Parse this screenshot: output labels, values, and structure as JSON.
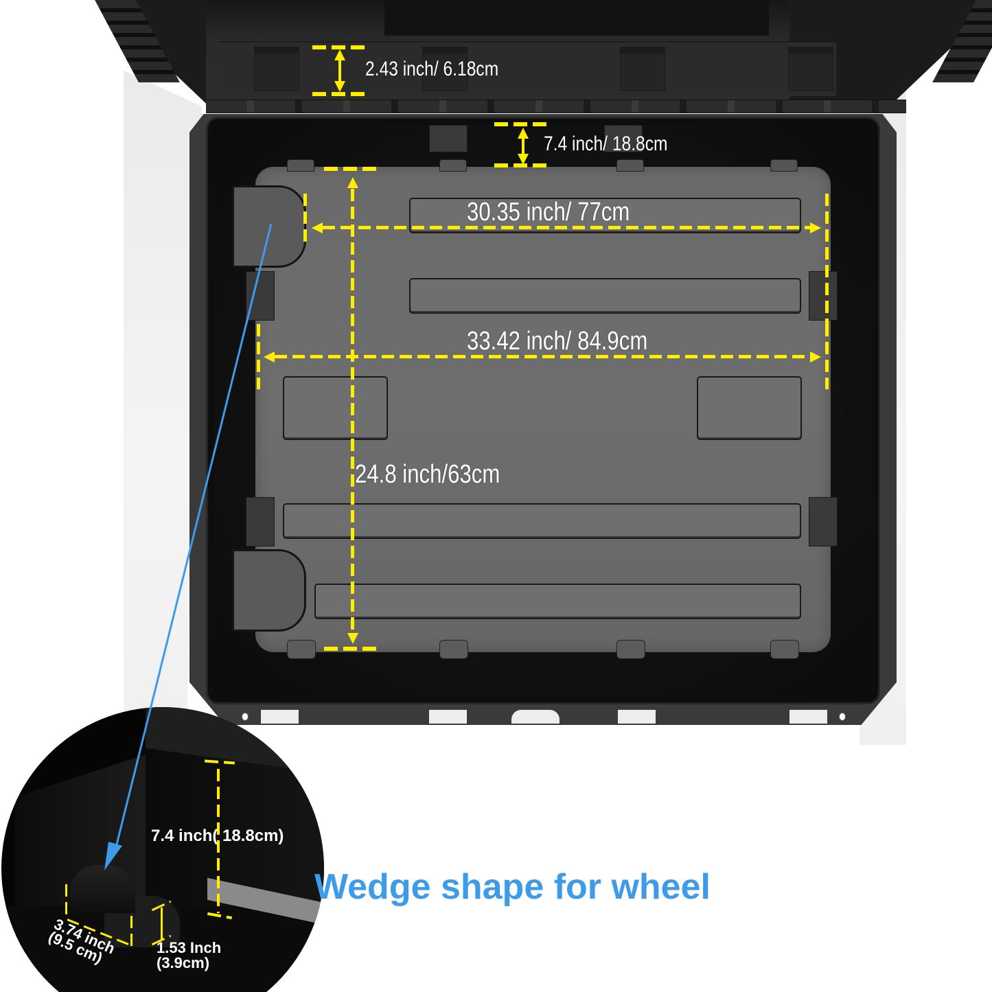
{
  "product": {
    "description": "Rolling hard case interior with dimension callouts",
    "case_color": "#1b1b1b",
    "floor_color": "#6a6a6a"
  },
  "dimensions": {
    "lid_depth": {
      "label": "2.43 inch/ 6.18cm",
      "inch": 2.43,
      "cm": 6.18
    },
    "body_depth": {
      "label": "7.4 inch/ 18.8cm",
      "inch": 7.4,
      "cm": 18.8
    },
    "inner_width_between_wedges": {
      "label": "30.35 inch/ 77cm",
      "inch": 30.35,
      "cm": 77
    },
    "inner_width_total": {
      "label": "33.42 inch/ 84.9cm",
      "inch": 33.42,
      "cm": 84.9
    },
    "inner_length": {
      "label": "24.8 inch/63cm",
      "inch": 24.8,
      "cm": 63
    }
  },
  "inset": {
    "height_label": "7.4 inch( 18.8cm)",
    "wedge_width_line1": "3.74 inch",
    "wedge_width_line2": "(9.5 cm)",
    "wedge_height_line1": "1.53 Inch",
    "wedge_height_line2": "(3.9cm)"
  },
  "caption": {
    "text": "Wedge shape for wheel",
    "color": "#3d9be9"
  },
  "colors": {
    "dimension_line": "#ffee00",
    "dimension_text": "#ffffff",
    "pointer_arrow": "#3d9be9"
  }
}
